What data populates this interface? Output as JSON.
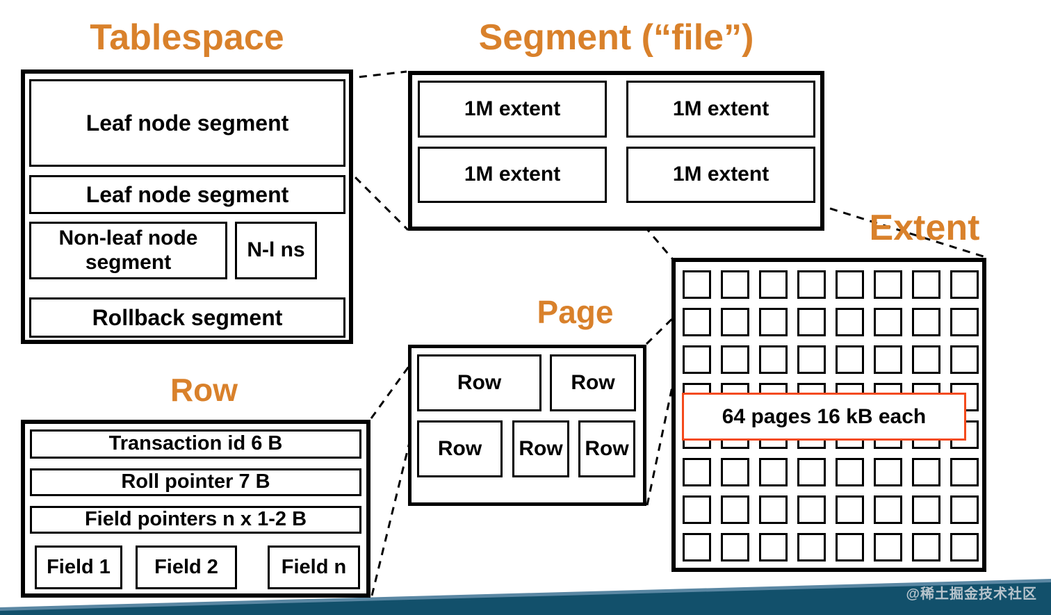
{
  "colors": {
    "accent_orange": "#D9812B",
    "box_border": "#000000",
    "overlay_label_border": "#F44A1C",
    "footer_dark_teal": "#12506B",
    "footer_light_blue": "#5A87A3",
    "watermark_gray": "#C6CED5"
  },
  "tablespace": {
    "title": "Tablespace",
    "leaf_segment_1": "Leaf node segment",
    "leaf_segment_2": "Leaf node segment",
    "non_leaf_segment": "Non-leaf node segment",
    "non_leaf_segment_small": "N-l ns",
    "rollback_segment": "Rollback segment"
  },
  "segment": {
    "title": "Segment (“file”)",
    "extents": [
      "1M extent",
      "1M extent",
      "1M extent",
      "1M extent"
    ]
  },
  "extent": {
    "title": "Extent",
    "overlay_label": "64 pages 16 kB each",
    "grid_rows": 8,
    "grid_cols": 8
  },
  "page": {
    "title": "Page",
    "rows": [
      "Row",
      "Row",
      "Row",
      "Row",
      "Row"
    ]
  },
  "row": {
    "title": "Row",
    "transaction_id": "Transaction id 6 B",
    "roll_pointer": "Roll pointer 7 B",
    "field_pointers": "Field pointers n x 1-2 B",
    "fields": [
      "Field 1",
      "Field 2",
      "Field n"
    ]
  },
  "watermark": "@稀土掘金技术社区"
}
